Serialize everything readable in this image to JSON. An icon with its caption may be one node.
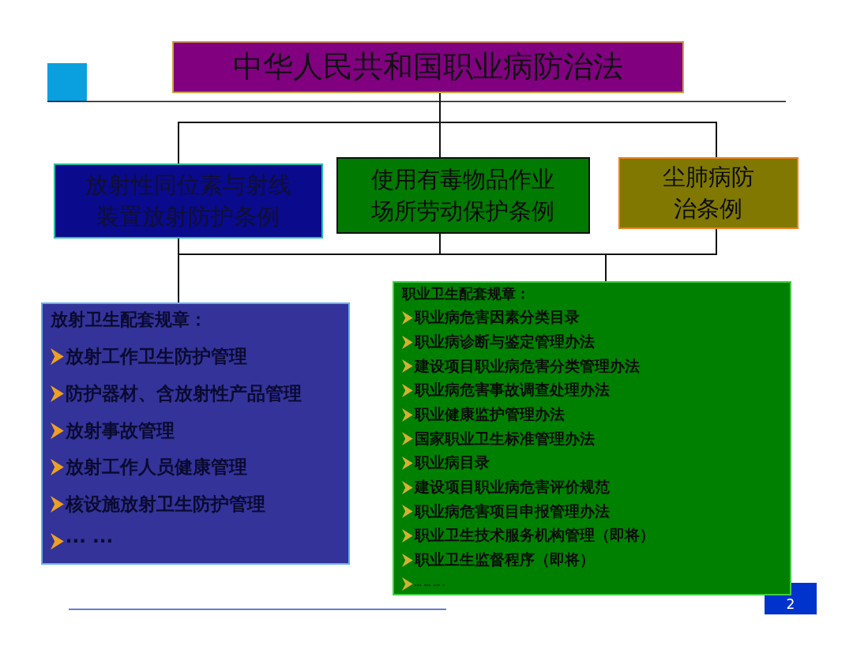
{
  "diagram": {
    "nodes": [
      {
        "text": [
          "中华人民共和国职业病防治法"
        ]
      },
      {
        "text": [
          "放射性同位素与射线装置放射防护条例"
        ]
      },
      {
        "text": [
          "使用有毒物品作业场所劳动保护条例"
        ]
      },
      {
        "text": [
          "尘肺病防治条例"
        ]
      },
      {
        "text": [
          "放射卫生配套规章：",
          "放射工作卫生防护管理",
          "防护器材、含放射性产品管理",
          "放射事故管理",
          "放射工作人员健康管理",
          "核设施放射卫生防护管理",
          "··· ···"
        ]
      },
      {
        "text": [
          "职业卫生配套规章：",
          "职业病危害因素分类目录",
          "职业病诊断与鉴定管理办法",
          "建设项目职业病危害分类管理办法",
          "职业病危害事故调查处理办法",
          "职业健康监护管理办法",
          "国家职业卫生标准管理办法",
          "职业病目录",
          "建设项目职业病危害评价规范",
          "职业病危害项目申报管理办法",
          "职业卫生技术服务机构管理（即将）",
          "职业卫生监督程序（即将）",
          "... ... ... ."
        ]
      }
    ],
    "edges": [
      {
        "from": 0,
        "to": 1,
        "arrow": "none"
      },
      {
        "from": 0,
        "to": 2,
        "arrow": "none"
      },
      {
        "from": 0,
        "to": 3,
        "arrow": "none"
      },
      {
        "from": 1,
        "to": 4,
        "arrow": "none"
      },
      {
        "from": 1,
        "to": 5,
        "arrow": "none"
      },
      {
        "from": 2,
        "to": 4,
        "arrow": "none"
      },
      {
        "from": 2,
        "to": 5,
        "arrow": "none"
      },
      {
        "from": 3,
        "to": 4,
        "arrow": "none"
      },
      {
        "from": 3,
        "to": 5,
        "arrow": "none"
      }
    ],
    "labels": [
      "2"
    ]
  }
}
